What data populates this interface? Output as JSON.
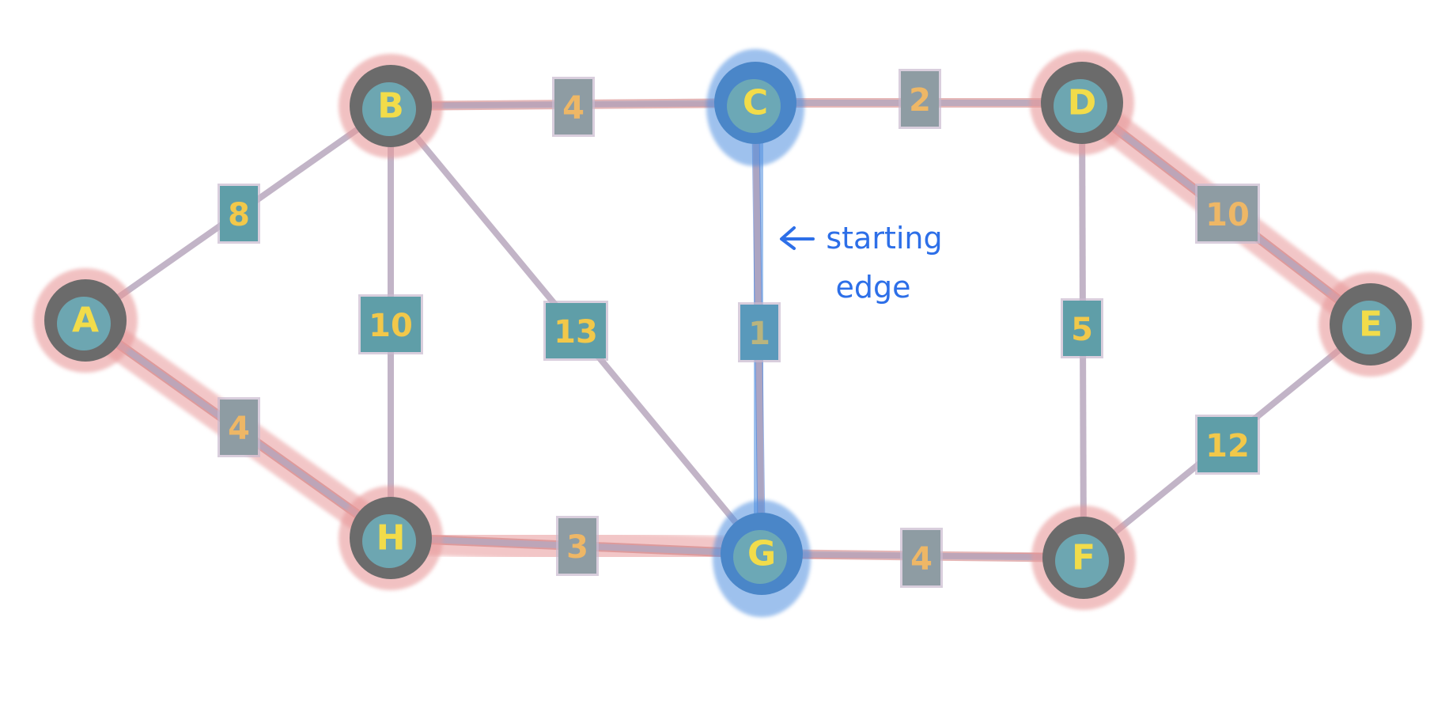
{
  "colors": {
    "background": "#ffffff",
    "edge": "#b8a8be",
    "node_fill": "#6b6b6b",
    "node_center": "#6eaab5",
    "node_text": "#f2dc4a",
    "weight_box": "#5f9ea8",
    "weight_text": "#f2c84a",
    "mst_highlight": "#e8999a",
    "start_highlight": "#4f8fe0",
    "annotation": "#2d6fe8"
  },
  "nodes": [
    {
      "id": "A",
      "label": "A",
      "highlight": "mst"
    },
    {
      "id": "B",
      "label": "B",
      "highlight": "mst"
    },
    {
      "id": "C",
      "label": "C",
      "highlight": "start"
    },
    {
      "id": "D",
      "label": "D",
      "highlight": "mst"
    },
    {
      "id": "E",
      "label": "E",
      "highlight": "mst"
    },
    {
      "id": "F",
      "label": "F",
      "highlight": "mst"
    },
    {
      "id": "G",
      "label": "G",
      "highlight": "start"
    },
    {
      "id": "H",
      "label": "H",
      "highlight": "mst"
    }
  ],
  "edges": [
    {
      "from": "A",
      "to": "B",
      "weight": "8",
      "highlight": "none"
    },
    {
      "from": "A",
      "to": "H",
      "weight": "4",
      "highlight": "mst"
    },
    {
      "from": "B",
      "to": "C",
      "weight": "4",
      "highlight": "mst"
    },
    {
      "from": "B",
      "to": "H",
      "weight": "10",
      "highlight": "none"
    },
    {
      "from": "B",
      "to": "G",
      "weight": "13",
      "highlight": "none"
    },
    {
      "from": "C",
      "to": "D",
      "weight": "2",
      "highlight": "mst"
    },
    {
      "from": "C",
      "to": "G",
      "weight": "1",
      "highlight": "start"
    },
    {
      "from": "D",
      "to": "E",
      "weight": "10",
      "highlight": "mst"
    },
    {
      "from": "D",
      "to": "F",
      "weight": "5",
      "highlight": "none"
    },
    {
      "from": "E",
      "to": "F",
      "weight": "12",
      "highlight": "none"
    },
    {
      "from": "H",
      "to": "G",
      "weight": "3",
      "highlight": "mst"
    },
    {
      "from": "G",
      "to": "F",
      "weight": "4",
      "highlight": "mst"
    }
  ],
  "annotation": {
    "line1": "starting",
    "line2": "edge"
  }
}
